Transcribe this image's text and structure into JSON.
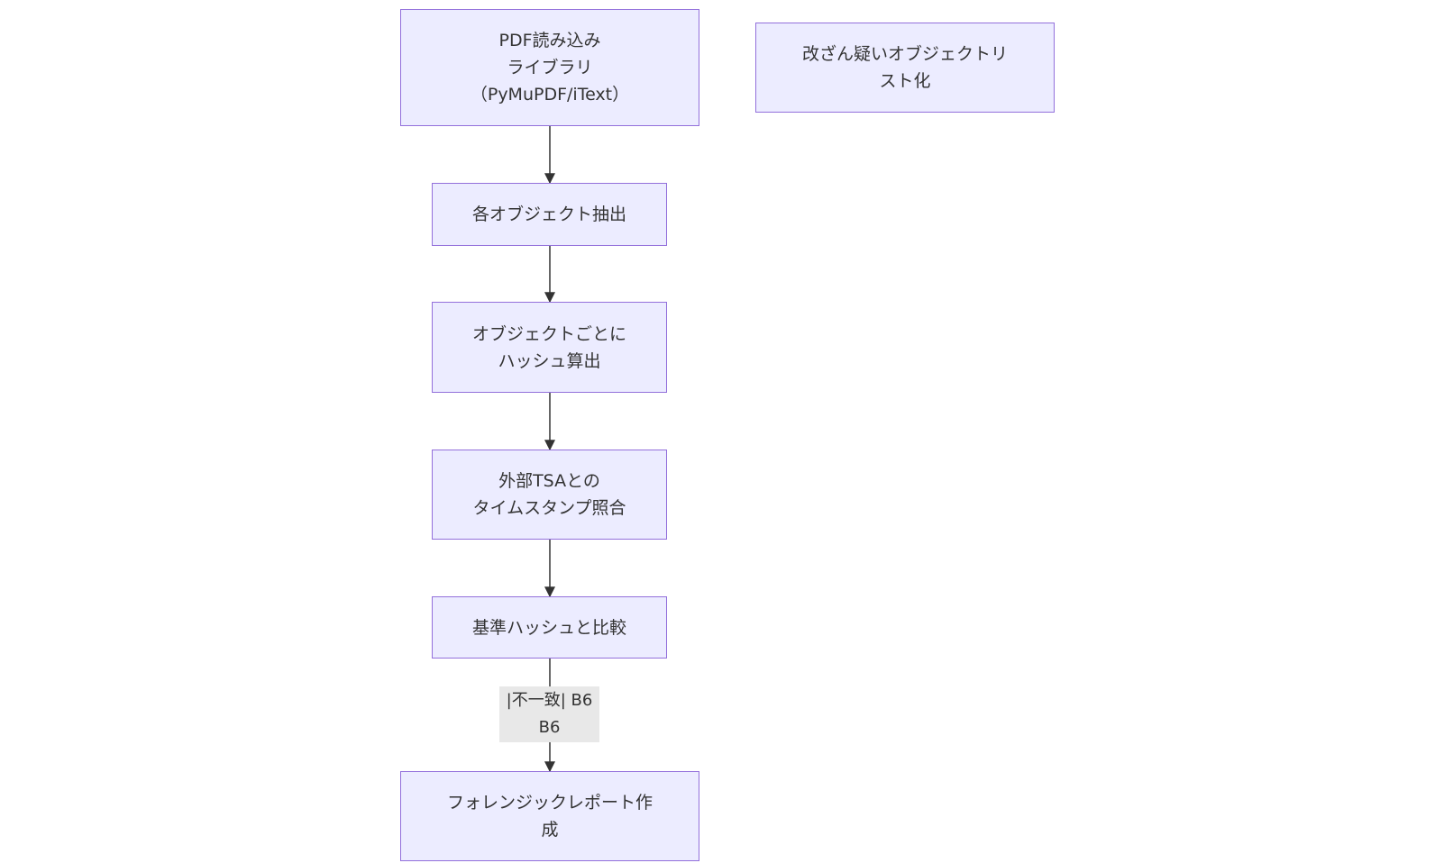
{
  "diagram": {
    "colors": {
      "node_fill": "#ececff",
      "node_border": "#9370db",
      "edge": "#333333",
      "label_bg": "#e8e8e8",
      "text": "#333333"
    },
    "nodes": {
      "pdf_library": {
        "lines": [
          "PDF読み込み",
          "ライブラリ",
          "（PyMuPDF/iText）"
        ]
      },
      "extract_objects": {
        "lines": [
          "各オブジェクト抽出"
        ]
      },
      "compute_hash": {
        "lines": [
          "オブジェクトごとに",
          "ハッシュ算出"
        ]
      },
      "tsa_check": {
        "lines": [
          "外部TSAとの",
          "タイムスタンプ照合"
        ]
      },
      "compare_hash": {
        "lines": [
          "基準ハッシュと比較"
        ]
      },
      "forensic_report": {
        "lines": [
          "フォレンジックレポート作",
          "成"
        ]
      },
      "suspect_list": {
        "lines": [
          "改ざん疑いオブジェクトリ",
          "スト化"
        ]
      }
    },
    "edge_labels": {
      "mismatch": {
        "lines": [
          "|不一致| B6",
          "B6"
        ]
      }
    }
  }
}
